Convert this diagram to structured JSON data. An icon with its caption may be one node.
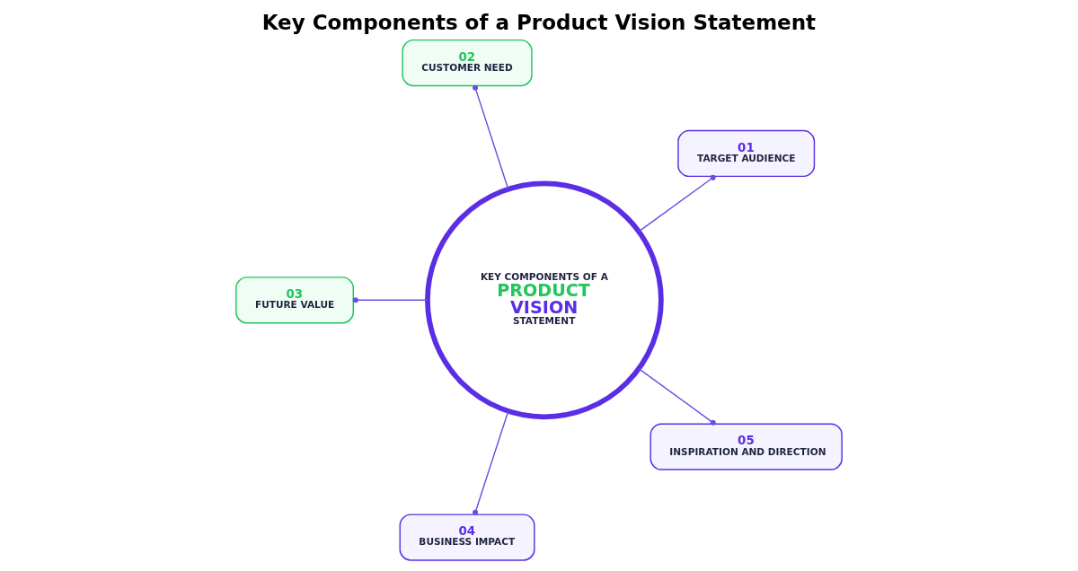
{
  "diagram": {
    "title": "Key Components of a Product Vision Statement",
    "nodes": [
      {
        "text": [
          "KEY COMPONENTS OF A",
          "PRODUCT",
          "VISION",
          "STATEMENT"
        ]
      },
      {
        "text": [
          "01",
          "TARGET AUDIENCE"
        ]
      },
      {
        "text": [
          "02",
          "CUSTOMER NEED"
        ]
      },
      {
        "text": [
          "03",
          "FUTURE VALUE"
        ]
      },
      {
        "text": [
          "04",
          "BUSINESS IMPACT"
        ]
      },
      {
        "text": [
          "05",
          "INSPIRATION AND DIRECTION"
        ]
      }
    ],
    "edges": [
      {
        "from": 0,
        "to": 1,
        "arrow": "other"
      },
      {
        "from": 0,
        "to": 2,
        "arrow": "other"
      },
      {
        "from": 0,
        "to": 3,
        "arrow": "other"
      },
      {
        "from": 0,
        "to": 4,
        "arrow": "other"
      },
      {
        "from": 0,
        "to": 5,
        "arrow": "other"
      }
    ]
  }
}
